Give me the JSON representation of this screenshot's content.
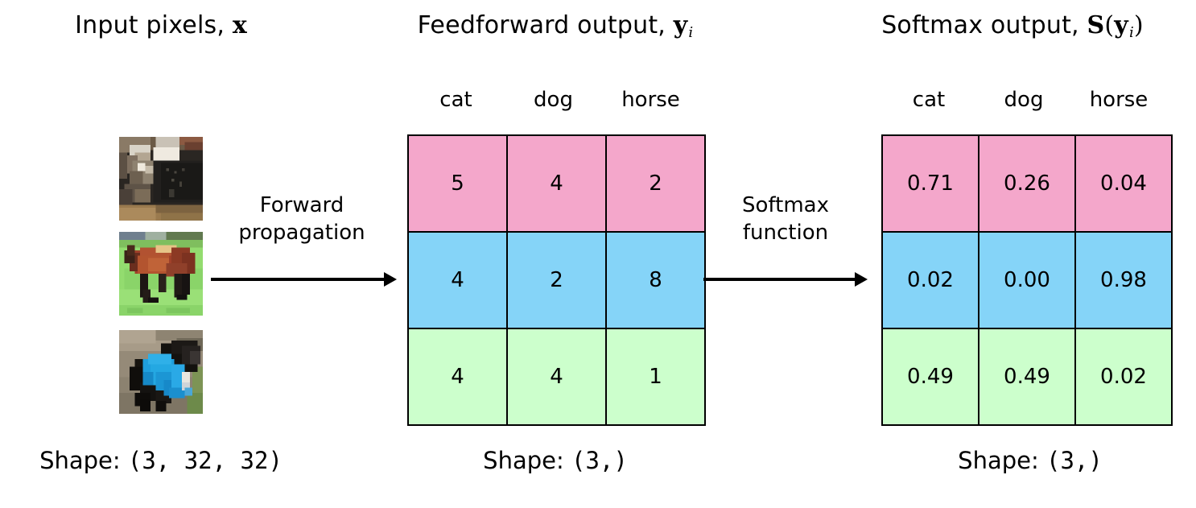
{
  "headings": {
    "input": {
      "text": "Input pixels, ",
      "symbol": "x"
    },
    "feedforward": {
      "text": "Feedforward output, ",
      "symbol": "y",
      "subscript": "i"
    },
    "softmax": {
      "text": "Softmax output, ",
      "symbol": "S",
      "open": "(",
      "inner": "y",
      "subscript": "i",
      "close": ")"
    }
  },
  "class_labels": [
    "cat",
    "dog",
    "horse"
  ],
  "thumbnails": [
    {
      "name": "cat-thumbnail",
      "alt": "cat"
    },
    {
      "name": "horse-thumbnail",
      "alt": "horse"
    },
    {
      "name": "dog-thumbnail",
      "alt": "dog"
    }
  ],
  "arrows": [
    {
      "name": "forward-propagation-arrow",
      "line1": "Forward",
      "line2": "propagation"
    },
    {
      "name": "softmax-function-arrow",
      "line1": "Softmax",
      "line2": "function"
    }
  ],
  "logits": {
    "columns": [
      "cat",
      "dog",
      "horse"
    ],
    "rows": [
      {
        "color": "#F4A7CB",
        "values": [
          "5",
          "4",
          "2"
        ]
      },
      {
        "color": "#85D4F8",
        "values": [
          "4",
          "2",
          "8"
        ]
      },
      {
        "color": "#CCFFCC",
        "values": [
          "4",
          "4",
          "1"
        ]
      }
    ]
  },
  "softmax": {
    "columns": [
      "cat",
      "dog",
      "horse"
    ],
    "rows": [
      {
        "color": "#F4A7CB",
        "values": [
          "0.71",
          "0.26",
          "0.04"
        ]
      },
      {
        "color": "#85D4F8",
        "values": [
          "0.02",
          "0.00",
          "0.98"
        ]
      },
      {
        "color": "#CCFFCC",
        "values": [
          "0.49",
          "0.49",
          "0.02"
        ]
      }
    ]
  },
  "shapes": {
    "input": {
      "label": "Shape: ",
      "value": "(3, 32, 32)"
    },
    "feedforward": {
      "label": "Shape: ",
      "value": "(3,)"
    },
    "softmax": {
      "label": "Shape: ",
      "value": "(3,)"
    }
  },
  "colors": {
    "row_pink": "#F4A7CB",
    "row_blue": "#85D4F8",
    "row_green": "#CCFFCC",
    "border": "#000000",
    "background": "#FFFFFF",
    "text": "#000000"
  }
}
